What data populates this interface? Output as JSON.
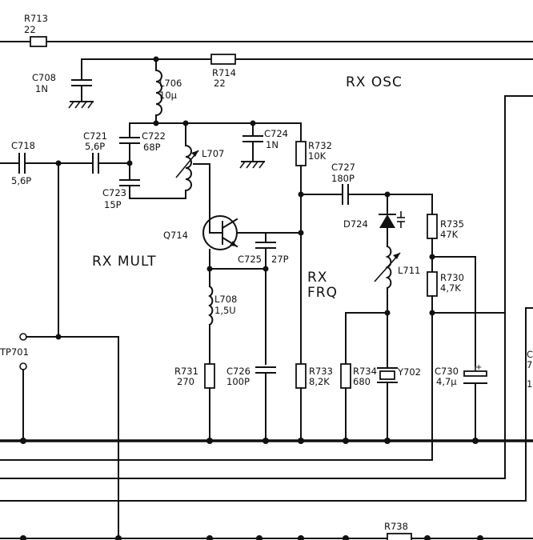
{
  "blocks": {
    "rx_osc": "RX OSC",
    "rx_mult": "RX MULT",
    "rx_frq_1": "RX",
    "rx_frq_2": "FRQ"
  },
  "components": {
    "r713": {
      "ref": "R713",
      "value": "22"
    },
    "r714": {
      "ref": "R714",
      "value": "22"
    },
    "c708": {
      "ref": "C708",
      "value": "1N"
    },
    "l706": {
      "ref": "L706",
      "value": "10µ"
    },
    "c718": {
      "ref": "C718",
      "value": "5,6P"
    },
    "c721": {
      "ref": "C721",
      "value": "5,6P"
    },
    "c722": {
      "ref": "C722",
      "value": "68P"
    },
    "c723": {
      "ref": "C723",
      "value": "15P"
    },
    "l707": {
      "ref": "L707"
    },
    "c724": {
      "ref": "C724",
      "value": "1N"
    },
    "r732": {
      "ref": "R732",
      "value": "10K"
    },
    "c727": {
      "ref": "C727",
      "value": "180P"
    },
    "q714": {
      "ref": "Q714"
    },
    "c725": {
      "ref": "C725",
      "value": "27P"
    },
    "d724": {
      "ref": "D724"
    },
    "r735": {
      "ref": "R735",
      "value": "47K"
    },
    "l711": {
      "ref": "L711"
    },
    "r730": {
      "ref": "R730",
      "value": "4,7K"
    },
    "l708": {
      "ref": "L708",
      "value": "1,5U"
    },
    "r731": {
      "ref": "R731",
      "value": "270"
    },
    "c726": {
      "ref": "C726",
      "value": "100P"
    },
    "r733": {
      "ref": "R733",
      "value": "8,2K"
    },
    "r734": {
      "ref": "R734",
      "value": "680"
    },
    "y702": {
      "ref": "Y702"
    },
    "c730": {
      "ref": "C730",
      "value": "4,7µ"
    },
    "r738": {
      "ref": "R738"
    },
    "tp701": {
      "ref": "TP701"
    }
  },
  "edge_labels": {
    "right_top": "C",
    "right_mid": "7",
    "right_low": "1"
  }
}
